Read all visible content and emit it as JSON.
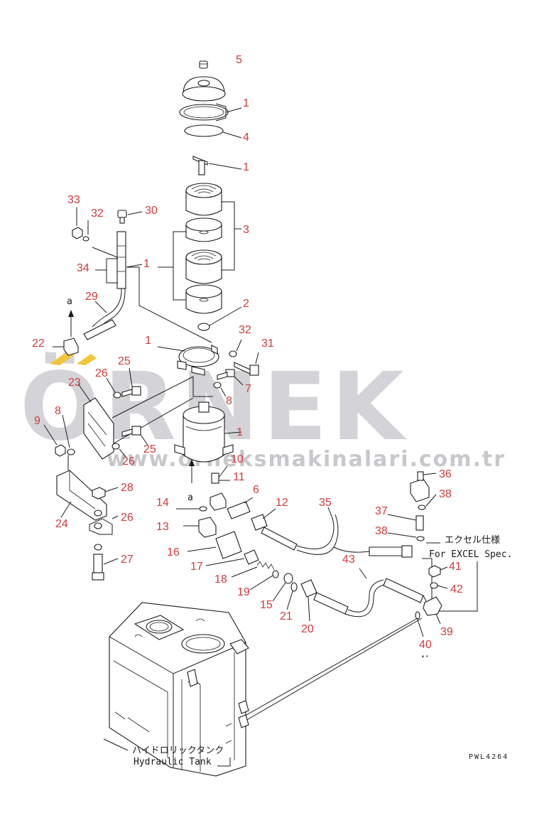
{
  "watermark": {
    "brand": "ÖRNEK",
    "url": "www.orneksmakinalari.com.tr"
  },
  "drawing_code": "PWL4264",
  "notes": {
    "excel_jp": "エクセル仕様",
    "excel_en": "For EXCEL Spec.",
    "tank_jp": "ハイドロリックタンク",
    "tank_en": "Hydraulic Tank",
    "arrow_a": "a"
  },
  "callouts": [
    "5",
    "1",
    "4",
    "1",
    "3",
    "1",
    "2",
    "33",
    "32",
    "30",
    "34",
    "29",
    "22",
    "1",
    "32",
    "31",
    "25",
    "26",
    "7",
    "23",
    "8",
    "9",
    "8",
    "25",
    "26",
    "1",
    "10",
    "11",
    "28",
    "6",
    "14",
    "12",
    "35",
    "36",
    "38",
    "24",
    "26",
    "13",
    "37",
    "38",
    "16",
    "17",
    "43",
    "41",
    "18",
    "42",
    "27",
    "19",
    "15",
    "21",
    "20",
    "39",
    "40"
  ]
}
